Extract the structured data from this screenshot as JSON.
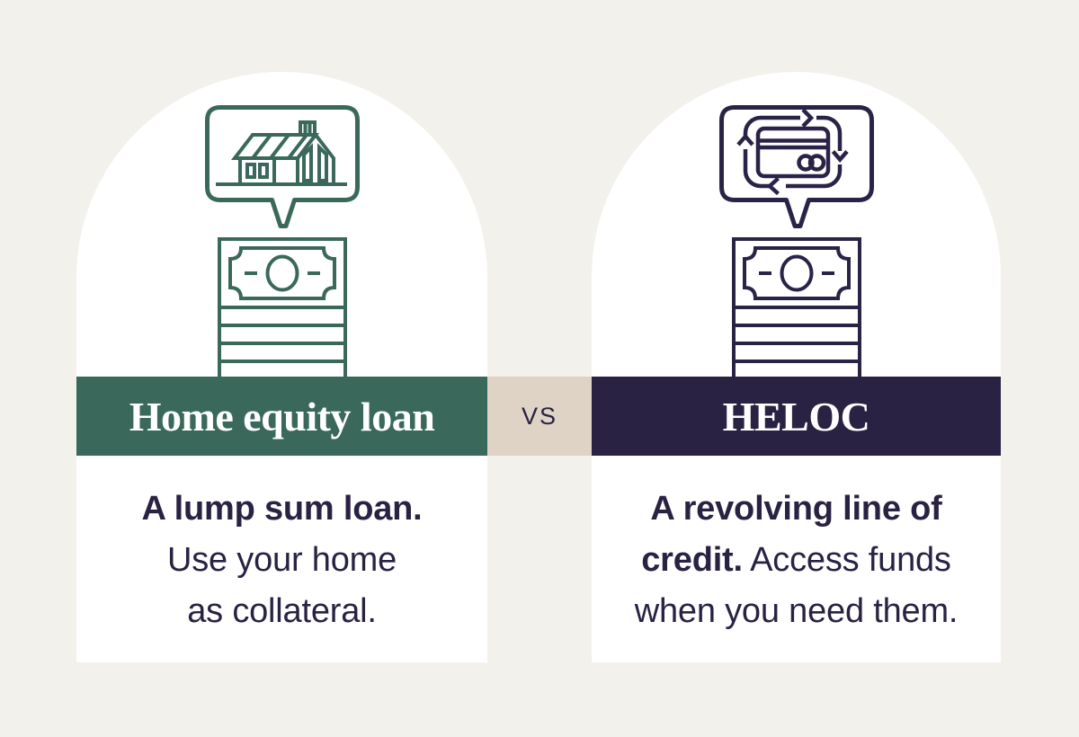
{
  "colors": {
    "background": "#F2F1EC",
    "card": "#FFFFFF",
    "green": "#3A695B",
    "navy": "#2A2243",
    "tan": "#DED3C4",
    "text": "#2A2243"
  },
  "infographic": {
    "vs_label": "VS",
    "left_card": {
      "title": "Home equity loan",
      "icons": {
        "bubble": "house-speech-bubble-icon",
        "stack": "money-stack-icon"
      },
      "description": {
        "lead_bold": "A lump sum loan.",
        "line2": "Use your home",
        "line3": "as collateral."
      }
    },
    "right_card": {
      "title": "HELOC",
      "icons": {
        "bubble": "credit-card-refresh-icon",
        "stack": "money-stack-icon"
      },
      "description": {
        "lead_bold_line1": "A revolving line of",
        "lead_bold_line2": "credit.",
        "line2_rest": "Access funds",
        "line3": "when you need them."
      }
    }
  }
}
